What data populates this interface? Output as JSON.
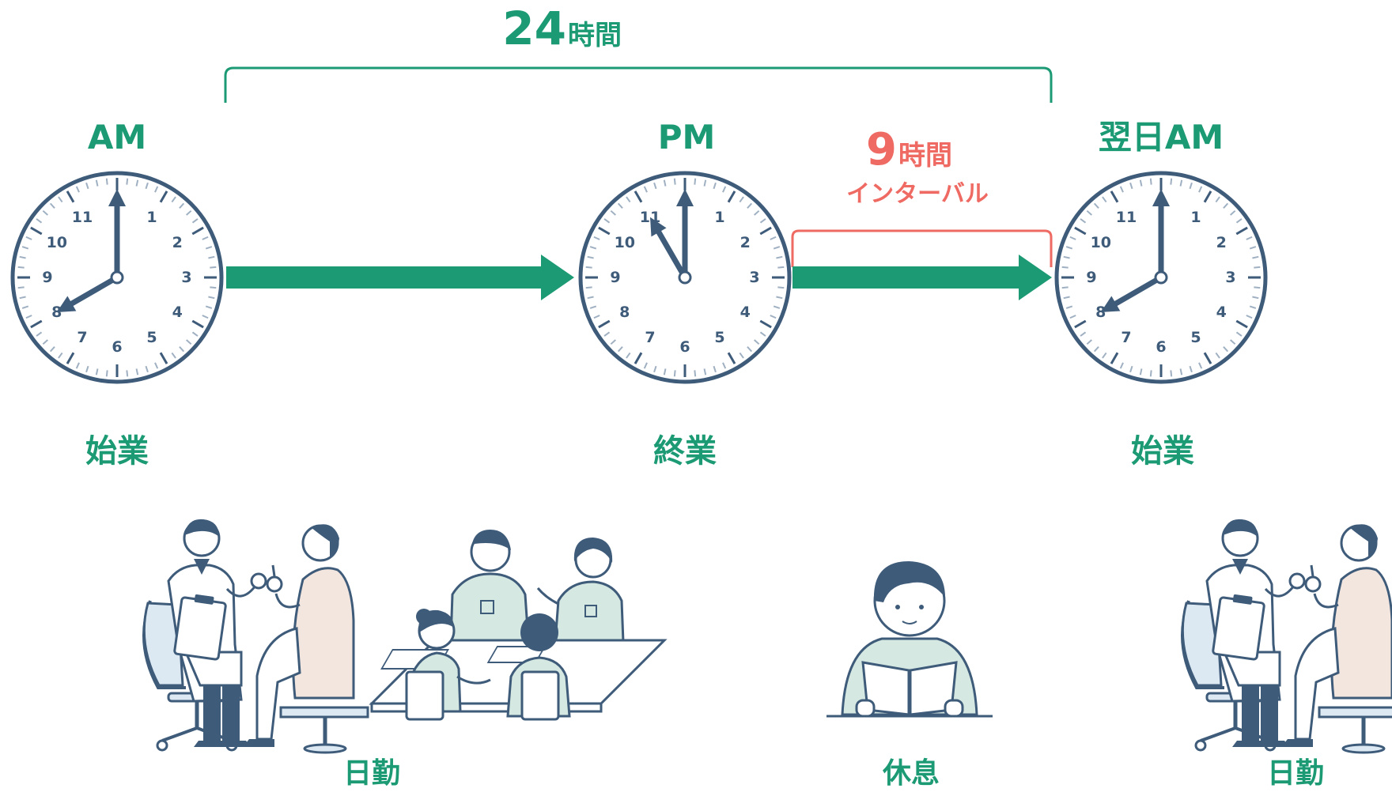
{
  "colors": {
    "green": "#1b9a74",
    "red": "#ee6a63",
    "navy": "#3e5b7a",
    "tick": "#9fb0c2",
    "skin": "#ffffff",
    "scrub": "#d6e8e2",
    "patient": "#f3e6df",
    "chair": "#dce9f3"
  },
  "total_span": {
    "number": "24",
    "unit": "時間"
  },
  "interval": {
    "number": "9",
    "unit": "時間",
    "caption": "インターバル"
  },
  "clocks": [
    {
      "period": "AM",
      "caption": "始業",
      "hour": 8,
      "minute": 0,
      "icon": "clock-icon"
    },
    {
      "period": "PM",
      "caption": "終業",
      "hour": 11,
      "minute": 0,
      "icon": "clock-icon"
    },
    {
      "period": "翌日AM",
      "caption": "始業",
      "hour": 8,
      "minute": 0,
      "icon": "clock-icon"
    }
  ],
  "clock_numbers": [
    "1",
    "2",
    "3",
    "4",
    "5",
    "6",
    "7",
    "8",
    "9",
    "10",
    "11"
  ],
  "arrows": [
    "arrow-right-icon",
    "arrow-right-icon"
  ],
  "scenes": [
    {
      "caption": "日勤",
      "icons": [
        "doctor-consultation-icon",
        "team-meeting-icon"
      ]
    },
    {
      "caption": "休息",
      "icons": [
        "man-reading-book-icon"
      ]
    },
    {
      "caption": "日勤",
      "icons": [
        "doctor-consultation-icon"
      ]
    }
  ]
}
